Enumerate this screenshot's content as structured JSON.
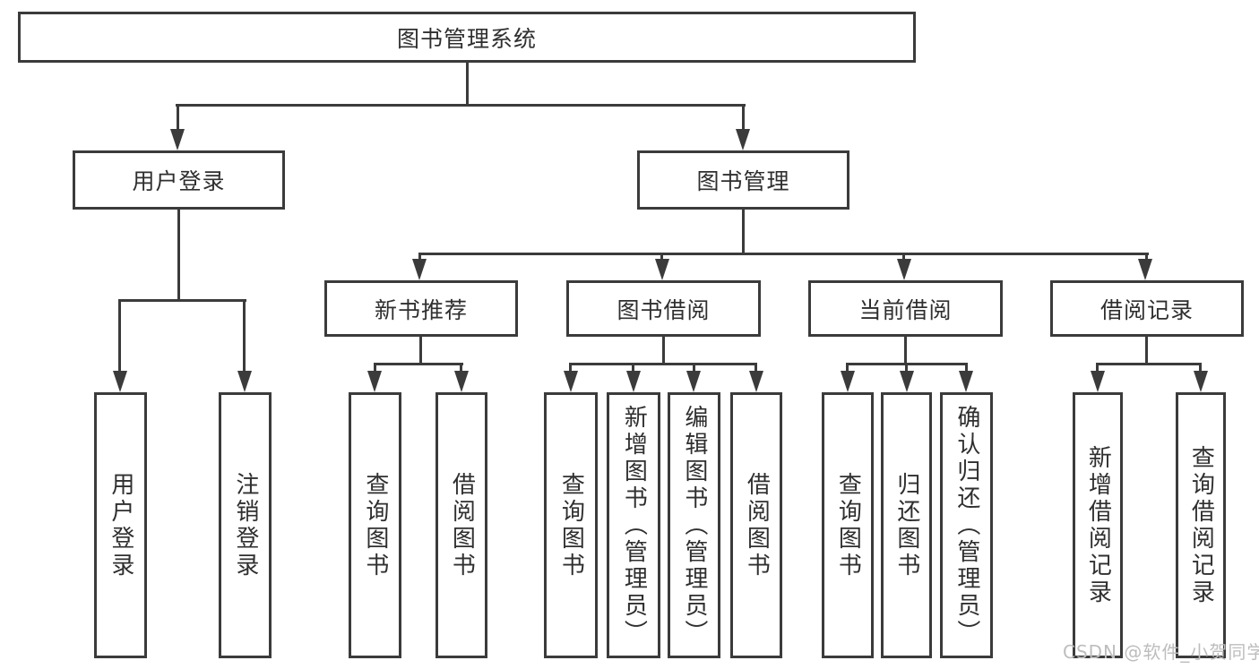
{
  "tree": {
    "root": {
      "label": "图书管理系统",
      "children": [
        {
          "label": "用户登录",
          "children": [
            {
              "label": "用户登录"
            },
            {
              "label": "注销登录"
            }
          ]
        },
        {
          "label": "图书管理",
          "children": [
            {
              "label": "新书推荐",
              "children": [
                {
                  "label": "查询图书"
                },
                {
                  "label": "借阅图书"
                }
              ]
            },
            {
              "label": "图书借阅",
              "children": [
                {
                  "label": "查询图书"
                },
                {
                  "label": "新增图书（管理员）"
                },
                {
                  "label": "编辑图书（管理员）"
                },
                {
                  "label": "借阅图书"
                }
              ]
            },
            {
              "label": "当前借阅",
              "children": [
                {
                  "label": "查询图书"
                },
                {
                  "label": "归还图书"
                },
                {
                  "label": "确认归还（管理员）"
                }
              ]
            },
            {
              "label": "借阅记录",
              "children": [
                {
                  "label": "新增借阅记录"
                },
                {
                  "label": "查询借阅记录"
                }
              ]
            }
          ]
        }
      ]
    }
  },
  "watermark": {
    "text": "CSDN @软件_小贺同学"
  },
  "colors": {
    "line": "#3b3b3b",
    "text": "#2f2f2f",
    "watermark": "#bdbdbd",
    "background": "#ffffff"
  }
}
